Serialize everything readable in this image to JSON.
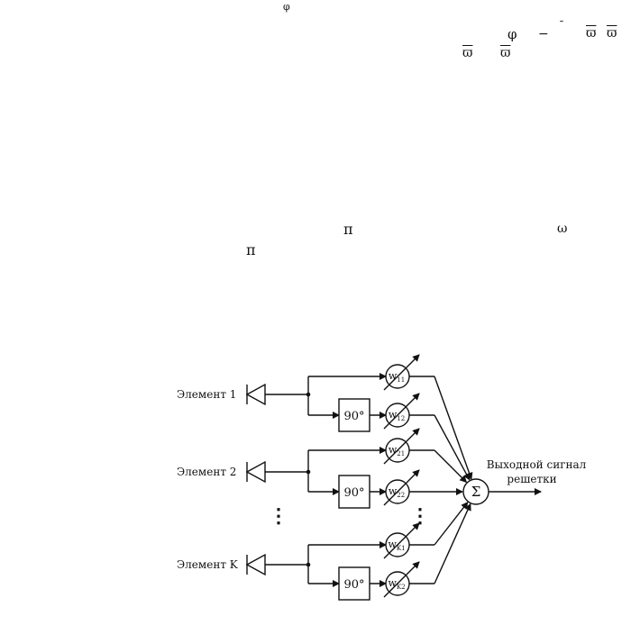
{
  "stray_symbols": {
    "phi_small": "φ",
    "phi": "φ",
    "minus": "−",
    "macron": "¯",
    "omega_bar_1": "ϖ",
    "omega_bar_2": "ϖ",
    "omega_bar_3": "ϖ",
    "omega_bar_4": "ϖ",
    "pi_1": "π",
    "omega": "ω",
    "pi_2": "π"
  },
  "diagram": {
    "elements": [
      {
        "label": "Элемент 1",
        "delay": "90°",
        "weights": [
          {
            "sym": "w",
            "sub": "11"
          },
          {
            "sym": "w",
            "sub": "12"
          }
        ]
      },
      {
        "label": "Элемент 2",
        "delay": "90°",
        "weights": [
          {
            "sym": "w",
            "sub": "21"
          },
          {
            "sym": "w",
            "sub": "22"
          }
        ]
      },
      {
        "label": "Элемент K",
        "delay": "90°",
        "weights": [
          {
            "sym": "w",
            "sub": "K1"
          },
          {
            "sym": "w",
            "sub": "K2"
          }
        ]
      }
    ],
    "sum_symbol": "Σ",
    "output_label_line1": "Выходной сигнал",
    "output_label_line2": "решетки",
    "ellipsis": "⋮"
  }
}
